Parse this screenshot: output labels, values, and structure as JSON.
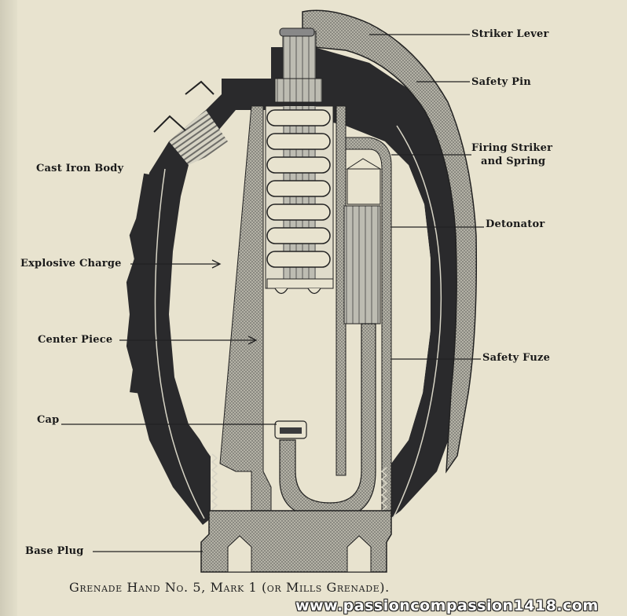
{
  "diagram": {
    "title": "Grenade Hand No. 5, Mark 1 (or Mills Grenade).",
    "watermark": "www.passioncompassion1418.com",
    "colors": {
      "paper": "#e8e3cf",
      "iron": "#2a2a2c",
      "hatch": "#a9a79c",
      "ink": "#1a1a1a"
    },
    "labels_left": [
      {
        "id": "cast-iron-body",
        "text": "Cast Iron Body"
      },
      {
        "id": "explosive-charge",
        "text": "Explosive Charge"
      },
      {
        "id": "center-piece",
        "text": "Center Piece"
      },
      {
        "id": "cap",
        "text": "Cap"
      },
      {
        "id": "base-plug",
        "text": "Base Plug"
      }
    ],
    "labels_right": [
      {
        "id": "striker-lever",
        "text": "Striker Lever"
      },
      {
        "id": "safety-pin",
        "text": "Safety Pin"
      },
      {
        "id": "firing-striker",
        "text": "Firing Striker"
      },
      {
        "id": "and-spring",
        "text": "and Spring"
      },
      {
        "id": "detonator",
        "text": "Detonator"
      },
      {
        "id": "safety-fuze",
        "text": "Safety Fuze"
      }
    ]
  }
}
